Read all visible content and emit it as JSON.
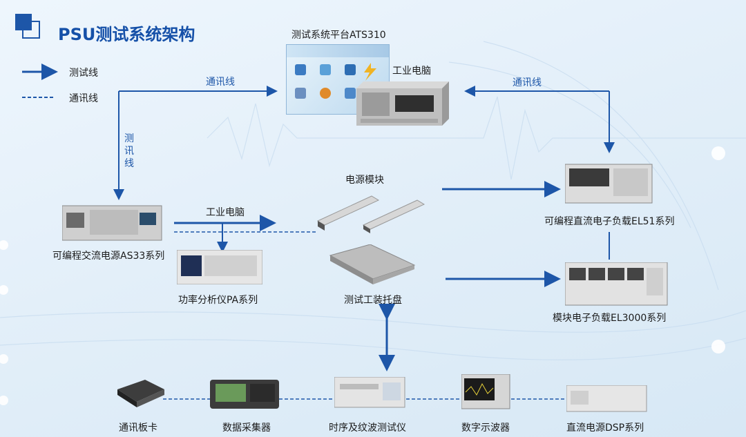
{
  "title": "PSU测试系统架构",
  "legend": {
    "test_line": "测试线",
    "comm_line": "通讯线"
  },
  "labels": {
    "platform": "测试系统平台ATS310",
    "ipc": "工业电脑",
    "comm_left": "通讯线",
    "comm_right": "通讯线",
    "test_vertical": "测\n讯\n线",
    "power_module": "电源模块",
    "ipc_mid": "工业电脑",
    "ac_source": "可编程交流电源AS33系列",
    "power_analyzer": "功率分析仪PA系列",
    "fixture": "测试工装托盘",
    "el51": "可编程直流电子负载EL51系列",
    "el3000": "模块电子负载EL3000系列",
    "comm_card": "通讯板卡",
    "daq": "数据采集器",
    "timing": "时序及纹波测试仪",
    "scope": "数字示波器",
    "dsp": "直流电源DSP系列"
  },
  "colors": {
    "accent": "#1d56a8",
    "title": "#1550a8",
    "bg": "#e3eff9"
  }
}
